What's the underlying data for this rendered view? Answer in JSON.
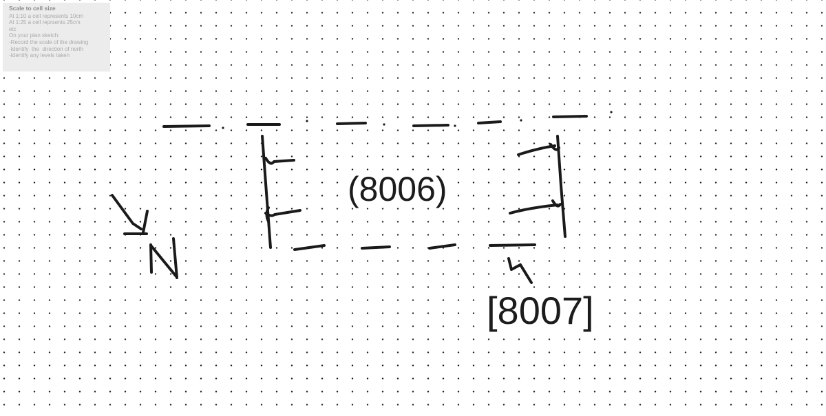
{
  "info_panel": {
    "title": "Scale to cell size",
    "lines": [
      "At 1:10 a cell represents 10cm",
      "At 1:25 a cell reprsents 25cm",
      "etc",
      "On your plan sketch:",
      "-Record the scale of the drawing",
      "-Identify  the  direction of north",
      "-Identify any levels taken"
    ]
  },
  "sketch": {
    "room_label": "(8006)",
    "reference_label": "[8007]",
    "north_letter": "N",
    "ink_color": "#1a1a1a",
    "icons": [
      "north-arrow-icon"
    ]
  }
}
